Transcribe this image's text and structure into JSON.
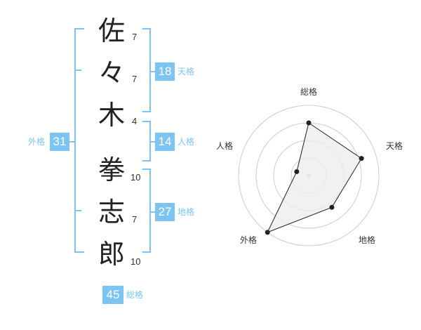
{
  "name": {
    "chars": [
      {
        "char": "佐",
        "strokes": "7"
      },
      {
        "char": "々",
        "strokes": "7"
      },
      {
        "char": "木",
        "strokes": "4"
      },
      {
        "char": "拳",
        "strokes": "10"
      },
      {
        "char": "志",
        "strokes": "7"
      },
      {
        "char": "郎",
        "strokes": "10"
      }
    ]
  },
  "kaku": {
    "tenkaku": {
      "value": "18",
      "label": "天格"
    },
    "jinkaku": {
      "value": "14",
      "label": "人格"
    },
    "chikaku": {
      "value": "27",
      "label": "地格"
    },
    "gaikaku": {
      "value": "31",
      "label": "外格"
    },
    "soukaku": {
      "value": "45",
      "label": "総格"
    }
  },
  "radar": {
    "axes": [
      "総格",
      "天格",
      "地格",
      "外格",
      "人格"
    ],
    "values": [
      0.75,
      0.79,
      0.56,
      1.0,
      0.18
    ],
    "colors": {
      "ring": "#cccccc",
      "fill": "#eeeeee",
      "line": "#222222",
      "accent": "#7cc4f2"
    }
  }
}
